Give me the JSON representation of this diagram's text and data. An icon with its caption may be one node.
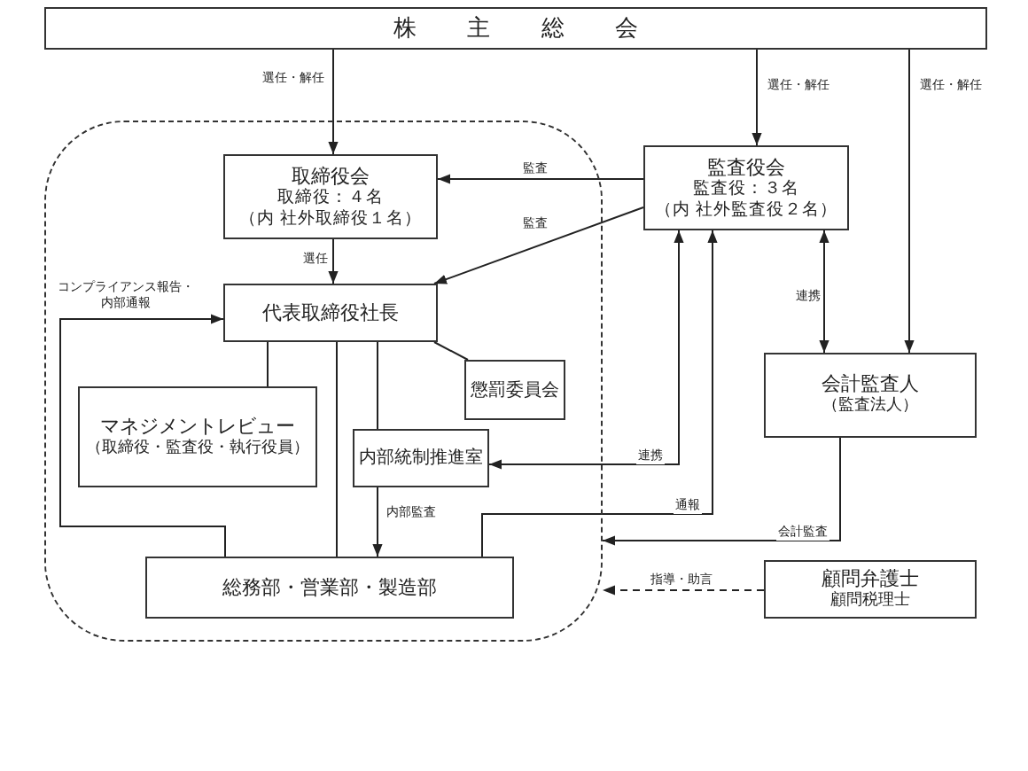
{
  "diagram": {
    "nodes": [
      {
        "text": [
          "株主総会"
        ]
      },
      {
        "text": [],
        "shape": "box"
      },
      {
        "text": [
          "取締役会",
          "取締役：４名",
          "（内 社外取締役１名）"
        ],
        "in": 1
      },
      {
        "text": [
          "監査役会",
          "監査役：３名",
          "（内 社外監査役２名）"
        ]
      },
      {
        "text": [
          "代表取締役社長"
        ],
        "in": 1
      },
      {
        "text": [
          "懲罰委員会"
        ],
        "in": 1
      },
      {
        "text": [
          "マネジメントレビュー",
          "（取締役・監査役・執行役員）"
        ],
        "in": 1
      },
      {
        "text": [
          "内部統制推進室"
        ],
        "in": 1
      },
      {
        "text": [
          "総務部・営業部・製造部"
        ],
        "in": 1
      },
      {
        "text": [
          "会計監査人",
          "（監査法人）"
        ]
      },
      {
        "text": [
          "顧問弁護士",
          "顧問税理士"
        ]
      }
    ],
    "edges": [
      {
        "from": 0,
        "to": 2,
        "arrow": "to",
        "label": "選任・解任"
      },
      {
        "from": 0,
        "to": 3,
        "arrow": "to",
        "label": "選任・解任"
      },
      {
        "from": 0,
        "to": 9,
        "arrow": "to",
        "label": "選任・解任"
      },
      {
        "from": 3,
        "to": 2,
        "arrow": "to",
        "label": "監査"
      },
      {
        "from": 3,
        "to": 4,
        "arrow": "to",
        "label": "監査"
      },
      {
        "from": 2,
        "to": 4,
        "arrow": "to",
        "label": "選任"
      },
      {
        "from": 8,
        "to": 4,
        "arrow": "to",
        "label": "コンプライアンス報告・内部通報"
      },
      {
        "from": 4,
        "to": 6,
        "arrow": "none"
      },
      {
        "from": 4,
        "to": 8,
        "arrow": "none"
      },
      {
        "from": 4,
        "to": 7,
        "arrow": "none"
      },
      {
        "from": 4,
        "to": 5,
        "arrow": "none"
      },
      {
        "from": 7,
        "to": 8,
        "arrow": "to",
        "label": "内部監査"
      },
      {
        "from": 3,
        "to": 7,
        "arrow": "both",
        "label": "連携"
      },
      {
        "from": 8,
        "to": 3,
        "arrow": "to",
        "label": "通報"
      },
      {
        "from": 3,
        "to": 9,
        "arrow": "both",
        "label": "連携"
      },
      {
        "from": 9,
        "to": 1,
        "arrow": "to",
        "label": "会計監査"
      },
      {
        "from": 10,
        "to": 1,
        "arrow": "to",
        "label": "指導・助言",
        "style": "dashed"
      }
    ]
  }
}
